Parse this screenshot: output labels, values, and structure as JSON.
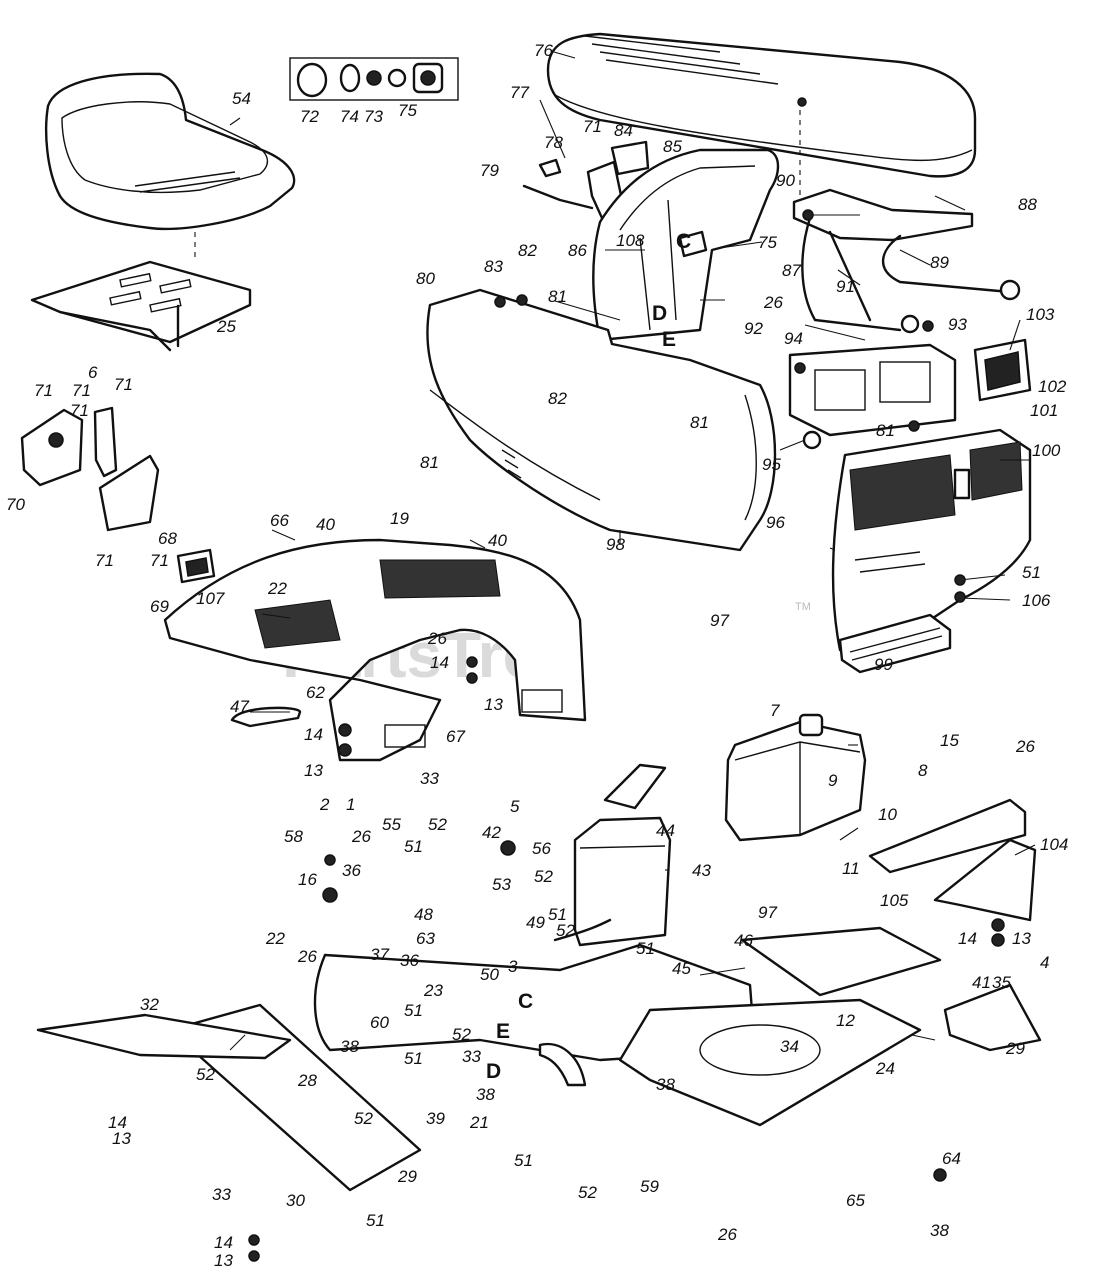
{
  "watermark": {
    "text": "PartsTree",
    "tm": "TM"
  },
  "connector_letters": [
    "C",
    "D",
    "E"
  ],
  "callouts": [
    {
      "id": "c-76",
      "text": "76"
    },
    {
      "id": "c-54",
      "text": "54"
    },
    {
      "id": "c-72",
      "text": "72"
    },
    {
      "id": "c-74",
      "text": "74"
    },
    {
      "id": "c-73",
      "text": "73"
    },
    {
      "id": "c-75a",
      "text": "75"
    },
    {
      "id": "c-77",
      "text": "77"
    },
    {
      "id": "c-78",
      "text": "78"
    },
    {
      "id": "c-71a",
      "text": "71"
    },
    {
      "id": "c-84",
      "text": "84"
    },
    {
      "id": "c-85",
      "text": "85"
    },
    {
      "id": "c-79",
      "text": "79"
    },
    {
      "id": "c-90",
      "text": "90"
    },
    {
      "id": "c-88",
      "text": "88"
    },
    {
      "id": "c-108",
      "text": "108"
    },
    {
      "id": "c-75b",
      "text": "75"
    },
    {
      "id": "c-86",
      "text": "86"
    },
    {
      "id": "c-82a",
      "text": "82"
    },
    {
      "id": "c-83",
      "text": "83"
    },
    {
      "id": "c-87",
      "text": "87"
    },
    {
      "id": "c-89",
      "text": "89"
    },
    {
      "id": "c-91",
      "text": "91"
    },
    {
      "id": "c-80",
      "text": "80"
    },
    {
      "id": "c-81a",
      "text": "81"
    },
    {
      "id": "c-26a",
      "text": "26"
    },
    {
      "id": "c-103",
      "text": "103"
    },
    {
      "id": "c-93",
      "text": "93"
    },
    {
      "id": "c-25",
      "text": "25"
    },
    {
      "id": "c-6",
      "text": "6"
    },
    {
      "id": "c-92",
      "text": "92"
    },
    {
      "id": "c-94",
      "text": "94"
    },
    {
      "id": "c-71b",
      "text": "71"
    },
    {
      "id": "c-71c",
      "text": "71"
    },
    {
      "id": "c-71d",
      "text": "71"
    },
    {
      "id": "c-71e",
      "text": "71"
    },
    {
      "id": "c-82b",
      "text": "82"
    },
    {
      "id": "c-81b",
      "text": "81"
    },
    {
      "id": "c-102",
      "text": "102"
    },
    {
      "id": "c-101",
      "text": "101"
    },
    {
      "id": "c-81c",
      "text": "81"
    },
    {
      "id": "c-81d",
      "text": "81"
    },
    {
      "id": "c-100",
      "text": "100"
    },
    {
      "id": "c-95",
      "text": "95"
    },
    {
      "id": "c-70",
      "text": "70"
    },
    {
      "id": "c-71f",
      "text": "71"
    },
    {
      "id": "c-71g",
      "text": "71"
    },
    {
      "id": "c-66",
      "text": "66"
    },
    {
      "id": "c-40a",
      "text": "40"
    },
    {
      "id": "c-19",
      "text": "19"
    },
    {
      "id": "c-40b",
      "text": "40"
    },
    {
      "id": "c-96",
      "text": "96"
    },
    {
      "id": "c-98",
      "text": "98"
    },
    {
      "id": "c-68",
      "text": "68"
    },
    {
      "id": "c-22a",
      "text": "22"
    },
    {
      "id": "c-51a",
      "text": "51"
    },
    {
      "id": "c-106",
      "text": "106"
    },
    {
      "id": "c-69",
      "text": "69"
    },
    {
      "id": "c-107",
      "text": "107"
    },
    {
      "id": "c-26b",
      "text": "26"
    },
    {
      "id": "c-97a",
      "text": "97"
    },
    {
      "id": "c-14a",
      "text": "14"
    },
    {
      "id": "c-13a",
      "text": "13"
    },
    {
      "id": "c-99",
      "text": "99"
    },
    {
      "id": "c-62",
      "text": "62"
    },
    {
      "id": "c-47",
      "text": "47"
    },
    {
      "id": "c-67",
      "text": "67"
    },
    {
      "id": "c-14b",
      "text": "14"
    },
    {
      "id": "c-13b",
      "text": "13"
    },
    {
      "id": "c-7",
      "text": "7"
    },
    {
      "id": "c-15",
      "text": "15"
    },
    {
      "id": "c-26c",
      "text": "26"
    },
    {
      "id": "c-9",
      "text": "9"
    },
    {
      "id": "c-8",
      "text": "8"
    },
    {
      "id": "c-33a",
      "text": "33"
    },
    {
      "id": "c-2",
      "text": "2"
    },
    {
      "id": "c-1",
      "text": "1"
    },
    {
      "id": "c-5",
      "text": "5"
    },
    {
      "id": "c-44",
      "text": "44"
    },
    {
      "id": "c-10",
      "text": "10"
    },
    {
      "id": "c-58",
      "text": "58"
    },
    {
      "id": "c-26d",
      "text": "26"
    },
    {
      "id": "c-55",
      "text": "55"
    },
    {
      "id": "c-52a",
      "text": "52"
    },
    {
      "id": "c-42",
      "text": "42"
    },
    {
      "id": "c-56",
      "text": "56"
    },
    {
      "id": "c-51b",
      "text": "51"
    },
    {
      "id": "c-43",
      "text": "43"
    },
    {
      "id": "c-11",
      "text": "11"
    },
    {
      "id": "c-104",
      "text": "104"
    },
    {
      "id": "c-16",
      "text": "16"
    },
    {
      "id": "c-36a",
      "text": "36"
    },
    {
      "id": "c-53",
      "text": "53"
    },
    {
      "id": "c-105",
      "text": "105"
    },
    {
      "id": "c-52b",
      "text": "52"
    },
    {
      "id": "c-48",
      "text": "48"
    },
    {
      "id": "c-49",
      "text": "49"
    },
    {
      "id": "c-51c",
      "text": "51"
    },
    {
      "id": "c-97b",
      "text": "97"
    },
    {
      "id": "c-22b",
      "text": "22"
    },
    {
      "id": "c-63",
      "text": "63"
    },
    {
      "id": "c-52c",
      "text": "52"
    },
    {
      "id": "c-14c",
      "text": "14"
    },
    {
      "id": "c-13c",
      "text": "13"
    },
    {
      "id": "c-46",
      "text": "46"
    },
    {
      "id": "c-26e",
      "text": "26"
    },
    {
      "id": "c-37",
      "text": "37"
    },
    {
      "id": "c-36b",
      "text": "36"
    },
    {
      "id": "c-3",
      "text": "3"
    },
    {
      "id": "c-51d",
      "text": "51"
    },
    {
      "id": "c-45",
      "text": "45"
    },
    {
      "id": "c-4",
      "text": "4"
    },
    {
      "id": "c-50",
      "text": "50"
    },
    {
      "id": "c-41",
      "text": "41"
    },
    {
      "id": "c-35",
      "text": "35"
    },
    {
      "id": "c-12",
      "text": "12"
    },
    {
      "id": "c-23",
      "text": "23"
    },
    {
      "id": "c-60",
      "text": "60"
    },
    {
      "id": "c-51e",
      "text": "51"
    },
    {
      "id": "c-52d",
      "text": "52"
    },
    {
      "id": "c-38a",
      "text": "38"
    },
    {
      "id": "c-32",
      "text": "32"
    },
    {
      "id": "c-33b",
      "text": "33"
    },
    {
      "id": "c-29a",
      "text": "29"
    },
    {
      "id": "c-51f",
      "text": "51"
    },
    {
      "id": "c-34",
      "text": "34"
    },
    {
      "id": "c-24",
      "text": "24"
    },
    {
      "id": "c-52e",
      "text": "52"
    },
    {
      "id": "c-28",
      "text": "28"
    },
    {
      "id": "c-38b",
      "text": "38"
    },
    {
      "id": "c-38c",
      "text": "38"
    },
    {
      "id": "c-14d",
      "text": "14"
    },
    {
      "id": "c-13d",
      "text": "13"
    },
    {
      "id": "c-52f",
      "text": "52"
    },
    {
      "id": "c-39",
      "text": "39"
    },
    {
      "id": "c-21",
      "text": "21"
    },
    {
      "id": "c-51g",
      "text": "51"
    },
    {
      "id": "c-52g",
      "text": "52"
    },
    {
      "id": "c-59",
      "text": "59"
    },
    {
      "id": "c-64",
      "text": "64"
    },
    {
      "id": "c-33c",
      "text": "33"
    },
    {
      "id": "c-51h",
      "text": "51"
    },
    {
      "id": "c-29b",
      "text": "29"
    },
    {
      "id": "c-65",
      "text": "65"
    },
    {
      "id": "c-30",
      "text": "30"
    },
    {
      "id": "c-26f",
      "text": "26"
    },
    {
      "id": "c-38d",
      "text": "38"
    },
    {
      "id": "c-14e",
      "text": "14"
    },
    {
      "id": "c-13e",
      "text": "13"
    }
  ]
}
